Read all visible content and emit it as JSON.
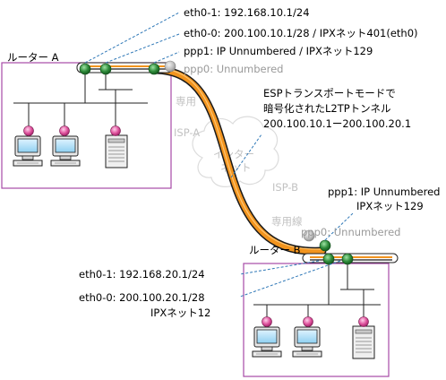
{
  "router_a": {
    "label": "ルーター A",
    "eth0_1": "eth0-1: 192.168.10.1/24",
    "eth0_0": "eth0-0: 200.100.10.1/28 / IPXネット401(eth0)",
    "ppp1": "ppp1: IP Unnumbered / IPXネット129",
    "ppp0": "ppp0: Unnumbered"
  },
  "router_b": {
    "label": "ルーター B",
    "ppp1_line1": "ppp1: IP Unnumbered",
    "ppp1_line2": "IPXネット129",
    "ppp0": "ppp0: Unnumbered",
    "eth0_1": "eth0-1: 192.168.20.1/24",
    "eth0_0_line1": "eth0-0: 200.100.20.1/28",
    "eth0_0_line2": "IPXネット12"
  },
  "tunnel": {
    "line1": "ESPトランスポートモードで",
    "line2": "暗号化されたL2TPトンネル",
    "line3": "200.100.10.1ー200.100.20.1"
  },
  "internet": {
    "dedicated_a": "専用",
    "isp_a": "ISP-A",
    "cloud_label_1": "インター",
    "cloud_label_2": "ネット",
    "isp_b": "ISP-B",
    "dedicated_b": "専用線"
  },
  "colors": {
    "lan_border": "#a64aa6",
    "tunnel_fill": "#f2941e",
    "interface_dot": "#2e8b3a",
    "node_dot": "#e0559f",
    "leader_line": "#2f78b7",
    "inactive_dot": "#b8b8b8"
  }
}
